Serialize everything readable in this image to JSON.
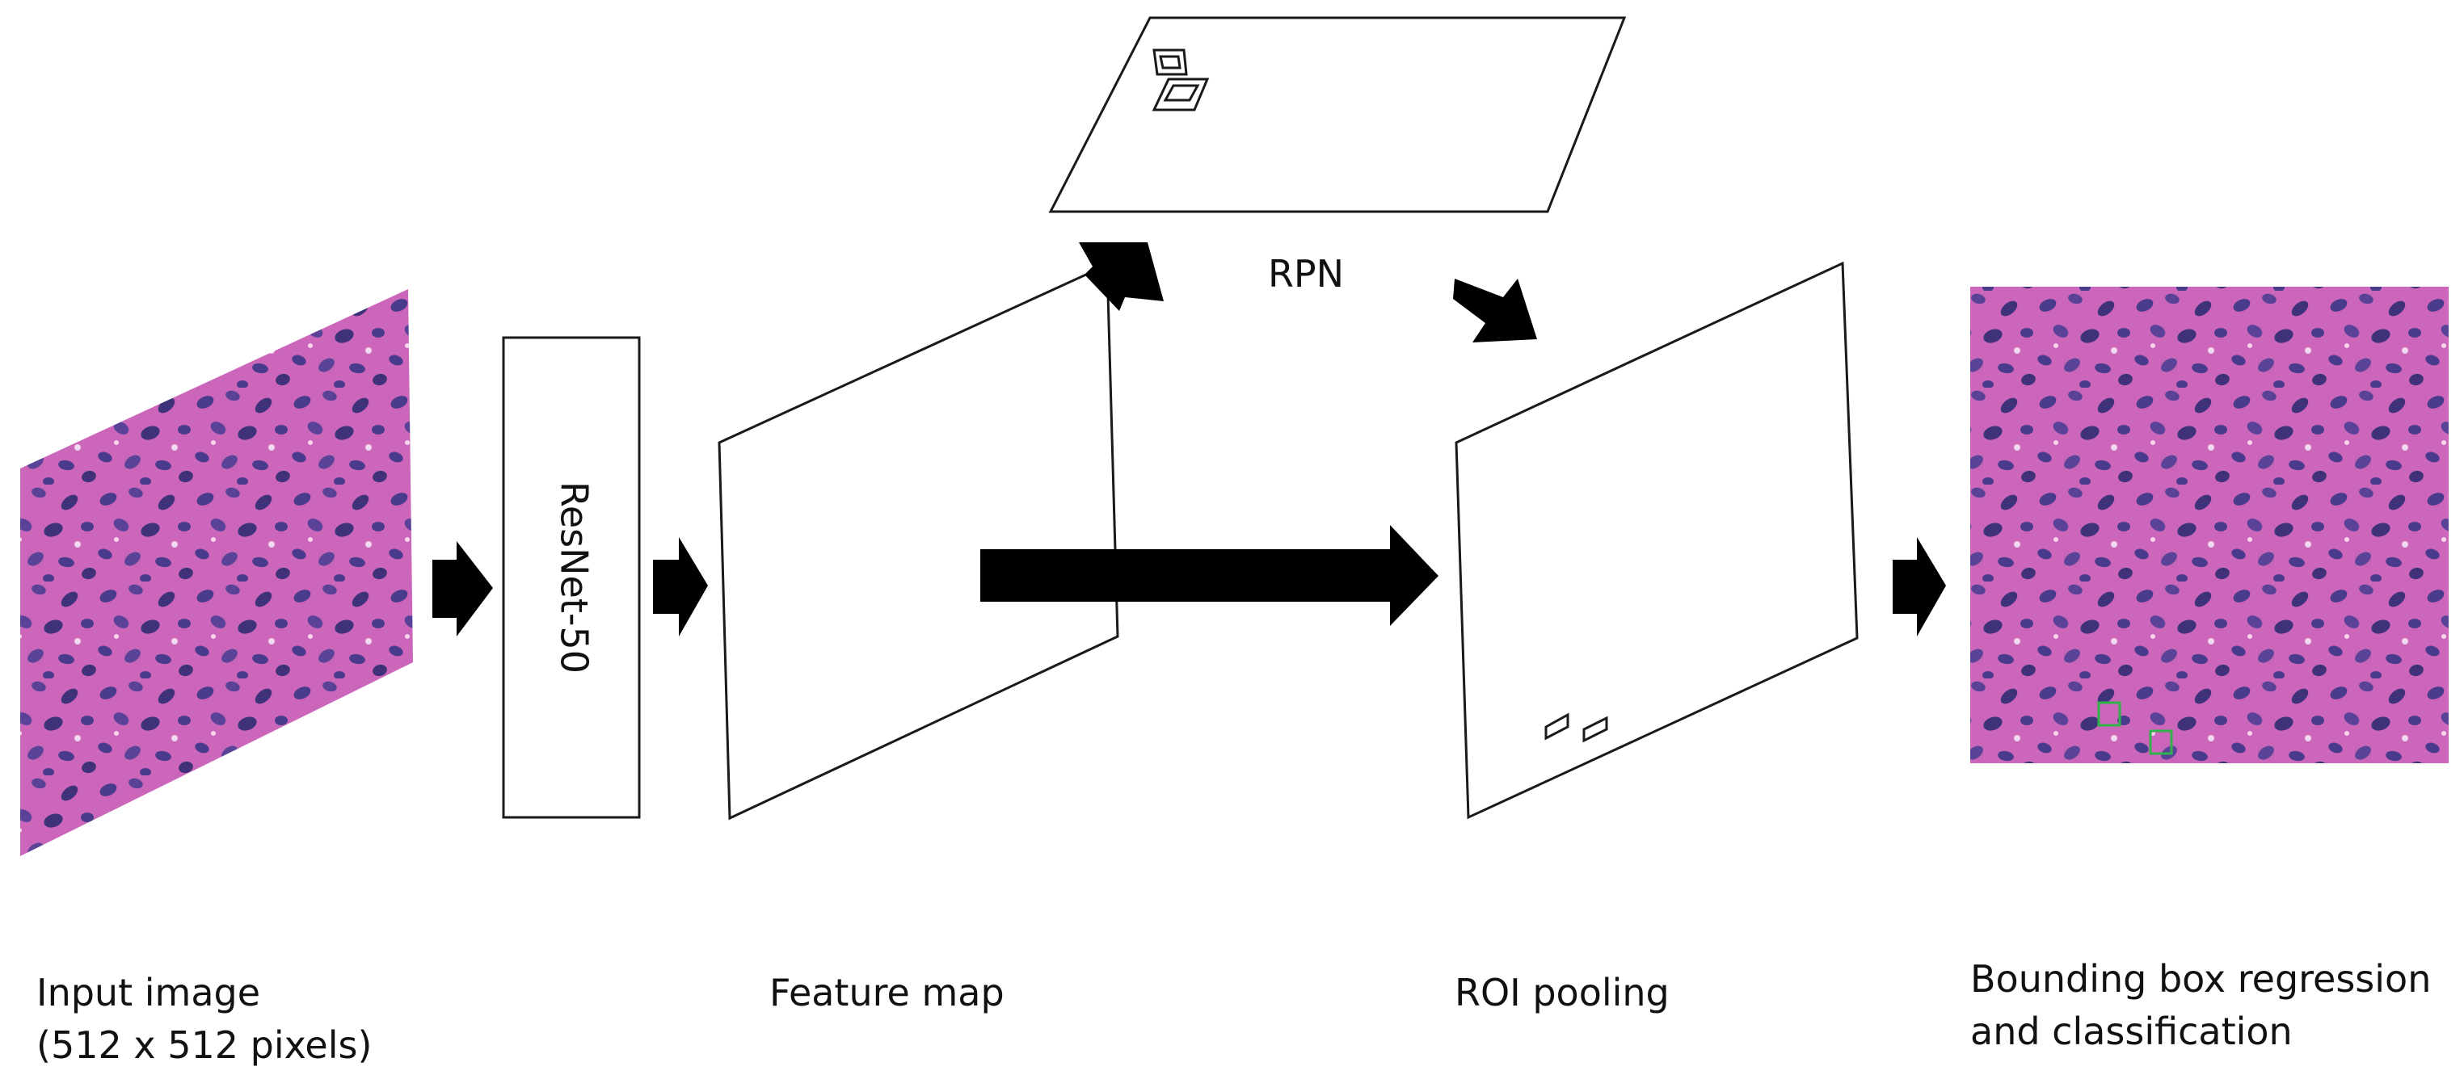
{
  "diagram": {
    "backbone_label": "ResNet-50",
    "rpn_label": "RPN",
    "captions": {
      "input_line1": "Input image",
      "input_line2": "(512 x 512 pixels)",
      "feature_map": "Feature map",
      "roi_pooling": "ROI pooling",
      "output_line1": "Bounding box regression",
      "output_line2": "and classification"
    },
    "colors": {
      "tissue_base": "#c45ab4",
      "nucleus": "#4a3a8c",
      "detection_box": "#2fb34a"
    }
  }
}
